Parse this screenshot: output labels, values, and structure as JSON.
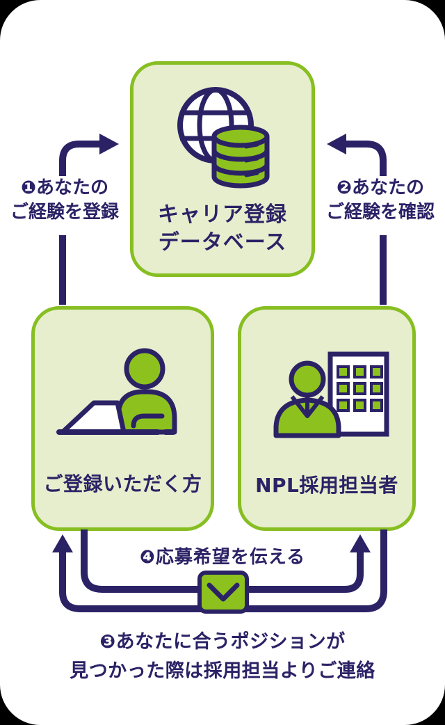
{
  "colors": {
    "navy": "#2b2266",
    "green": "#8dc21e",
    "card_border_green": "#87be21",
    "card_fill_light_green": "#e6eecd",
    "card_background": "#ffffff",
    "outside_background": "#000000"
  },
  "cards": {
    "database": {
      "icon": "globe-database-icon",
      "label_line1": "キャリア登録",
      "label_line2": "データベース"
    },
    "registrant": {
      "icon": "person-laptop-icon",
      "label": "ご登録いただく方"
    },
    "recruiter": {
      "icon": "person-building-icon",
      "label": "NPL採用担当者"
    }
  },
  "steps": {
    "step1": {
      "line1": "❶あなたの",
      "line2": "ご経験を登録"
    },
    "step2": {
      "line1": "❷あなたの",
      "line2": "ご経験を確認"
    },
    "step3": {
      "line1": "❸あなたに合うポジションが",
      "line2": "見つかった際は採用担当よりご連絡"
    },
    "step4": {
      "text": "❹応募希望を伝える"
    }
  },
  "icons": {
    "envelope": "envelope-icon"
  }
}
